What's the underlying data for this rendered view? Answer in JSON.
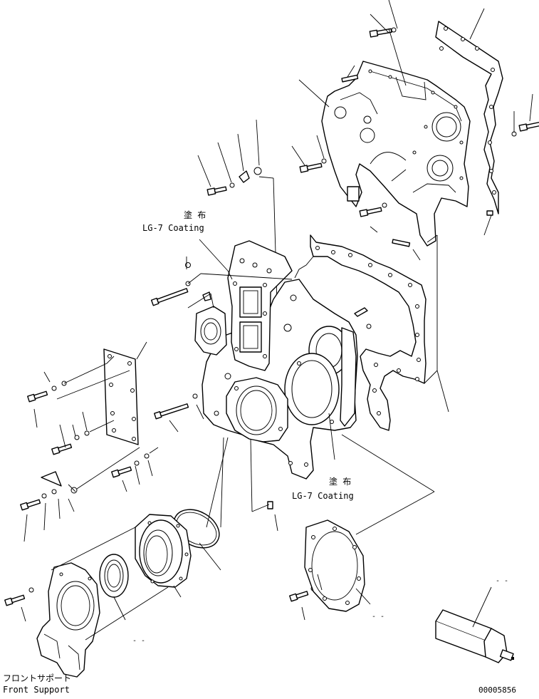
{
  "annotations": {
    "coating_top_jp": "塗 布",
    "coating_top_en": "LG-7 Coating",
    "coating_bottom_jp": "塗 布",
    "coating_bottom_en": "LG-7 Coating",
    "front_support_jp": "フロントサポート",
    "front_support_en": "Front Support",
    "drawing_number": "00005856"
  },
  "placeholders": {
    "dash_a": "- -",
    "dash_b": "- -",
    "dash_c": "- -"
  }
}
